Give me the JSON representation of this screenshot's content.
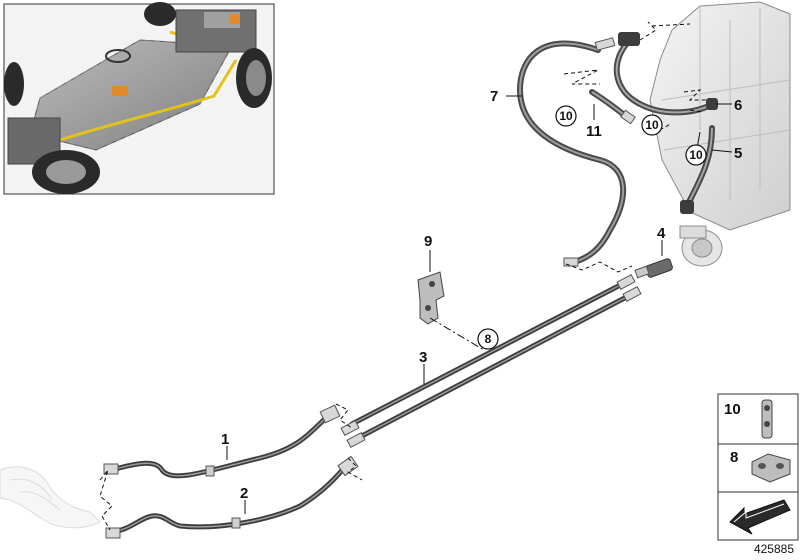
{
  "callouts": {
    "c1": "1",
    "c2": "2",
    "c3": "3",
    "c4": "4",
    "c5": "5",
    "c6": "6",
    "c7": "7",
    "c9": "9",
    "c11": "11"
  },
  "circled": {
    "a": "10",
    "b": "10",
    "c": "10",
    "d": "8"
  },
  "legend": {
    "item_10": "10",
    "item_8": "8"
  },
  "document_number": "425885"
}
